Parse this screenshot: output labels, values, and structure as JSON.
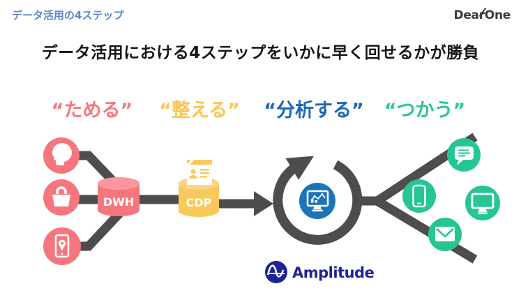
{
  "header": {
    "kicker": "データ活用の4ステップ",
    "brand": "DearOne"
  },
  "title": "データ活用における4ステップをいかに早く回せるかが勝負",
  "steps": [
    {
      "label": "“ためる”",
      "color": "#F8787E"
    },
    {
      "label": "“整える”",
      "color": "#FBC654"
    },
    {
      "label": "“分析する”",
      "color": "#1B67B8"
    },
    {
      "label": "“つかう”",
      "color": "#2AC79B"
    }
  ],
  "diagram": {
    "sources": {
      "color": "#F5777D",
      "icons": [
        "person-profile-icon",
        "shopping-bag-icon",
        "mobile-location-icon"
      ]
    },
    "dwh": {
      "label": "DWH",
      "color": "#F5777D"
    },
    "cdp": {
      "label": "CDP",
      "color": "#F9C95C",
      "icon": "id-card-icon"
    },
    "flow_color": "#4D4D4D",
    "loop": {
      "icon": "analytics-monitor-icon",
      "badge_color": "#1B74B8"
    },
    "analytics": {
      "logo_text": "Amplitude",
      "color": "#1E2396",
      "icon": "amplitude-wave-icon"
    },
    "channels": {
      "color": "#25C694",
      "icons": [
        "chat-bubble-icon",
        "smartphone-icon",
        "desktop-monitor-icon",
        "email-icon"
      ]
    }
  }
}
